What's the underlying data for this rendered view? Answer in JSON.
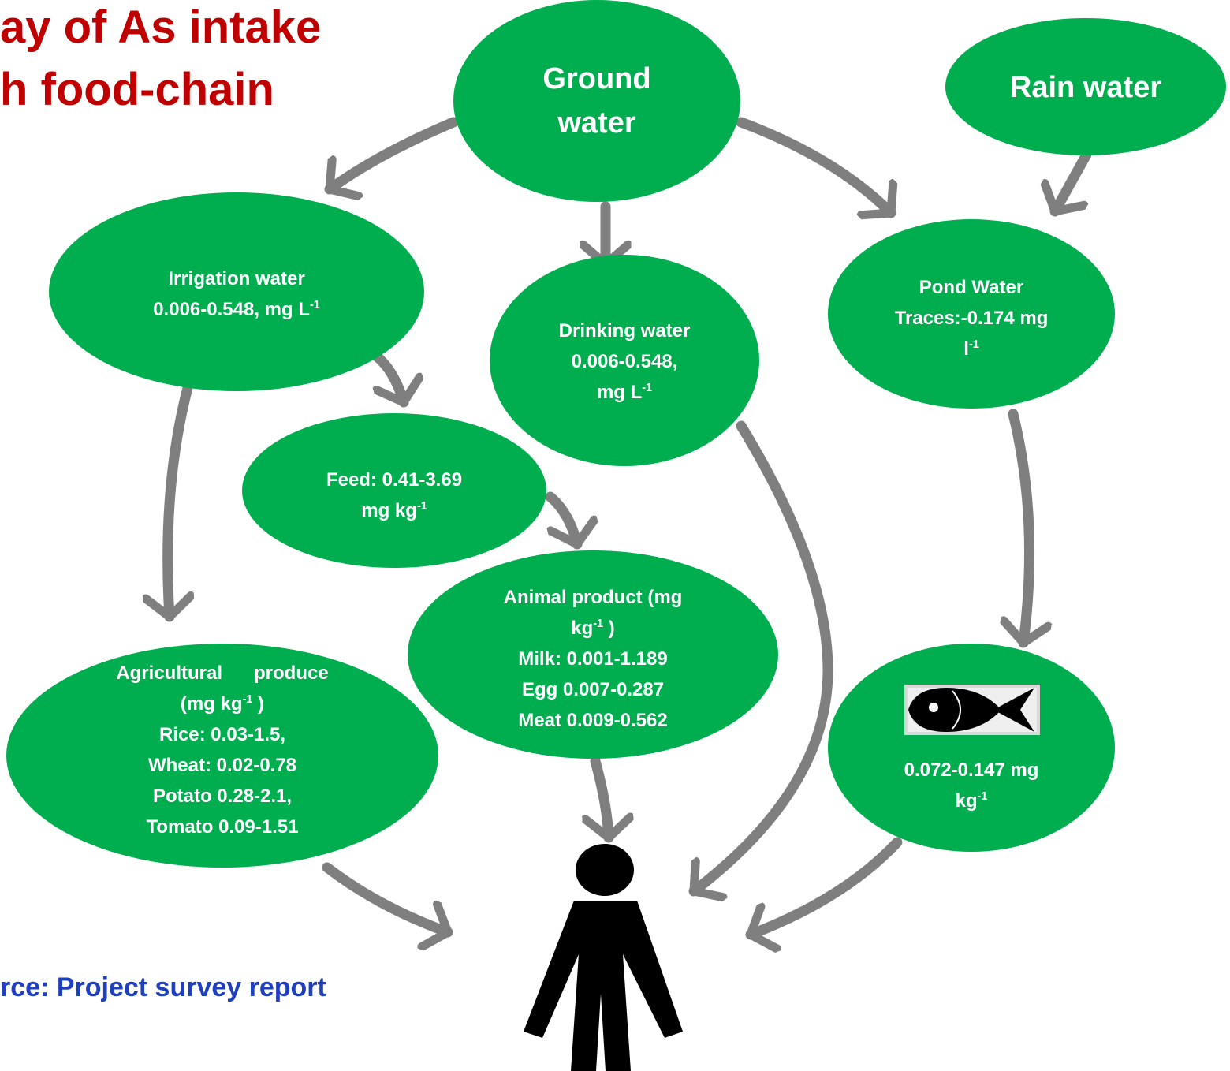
{
  "title": {
    "line1": "ay of As intake",
    "line2": "h  food-chain"
  },
  "source": "rce: Project  survey report",
  "colors": {
    "node_fill": "#00ad4f",
    "arrow": "#7f7f7f",
    "title": "#c00000",
    "source": "#1f3fbf",
    "human": "#000000"
  },
  "nodes": {
    "ground_water": {
      "line1": "Ground",
      "line2": "water"
    },
    "rain_water": {
      "line1": "Rain water"
    },
    "irrigation_water": {
      "line1": "Irrigation water",
      "line2_base": "0.006-0.548, mg L",
      "line2_sup": "-1"
    },
    "drinking_water": {
      "line1": "Drinking water",
      "line2": "0.006-0.548,",
      "line3_base": "mg L",
      "line3_sup": "-1"
    },
    "pond_water": {
      "line1": "Pond Water",
      "line2": "Traces:-0.174 mg",
      "line3_base": "l",
      "line3_sup": "-1"
    },
    "feed": {
      "line1": "Feed: 0.41-3.69",
      "line2_base": "mg kg",
      "line2_sup": "-1"
    },
    "animal_product": {
      "line1": "Animal product  (mg",
      "line2_base": "kg",
      "line2_sup": "-1",
      "line2_tail": " )",
      "line3": "Milk: 0.001-1.189",
      "line4": "Egg 0.007-0.287",
      "line5": "Meat 0.009-0.562"
    },
    "agricultural_produce": {
      "line1": "Agricultural      produce",
      "line2_base": "(mg kg",
      "line2_sup": "-1",
      "line2_tail": " )",
      "line3": "Rice: 0.03-1.5,",
      "line4": "Wheat: 0.02-0.78",
      "line5": "Potato 0.28-2.1,",
      "line6": "Tomato 0.09-1.51"
    },
    "fish": {
      "line1": "0.072-0.147 mg",
      "line2_base": "kg",
      "line2_sup": "-1",
      "icon": "fish-icon"
    }
  },
  "human_icon": "person-icon"
}
